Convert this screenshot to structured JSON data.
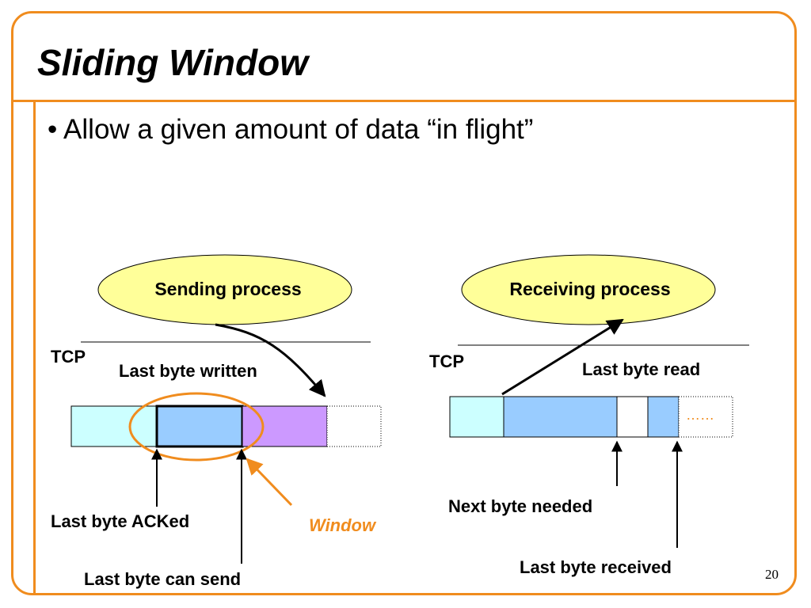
{
  "slide": {
    "title": "Sliding Window",
    "bullet": "• Allow a given amount of data “in flight”",
    "page_number": "20"
  },
  "sender": {
    "process_label": "Sending process",
    "tcp_label": "TCP",
    "last_byte_written": "Last byte written",
    "last_byte_acked": "Last byte ACKed",
    "last_byte_can_send": "Last byte can send",
    "window_label": "Window"
  },
  "receiver": {
    "process_label": "Receiving process",
    "tcp_label": "TCP",
    "last_byte_read": "Last byte read",
    "next_byte_needed": "Next byte needed",
    "last_byte_received": "Last byte received",
    "ellipsis": "……"
  },
  "colors": {
    "accent": "#F08C1E",
    "ellipse_fill": "#FFFF99",
    "acked_fill": "#CCFFFF",
    "window_fill": "#99CCFF",
    "written_fill": "#CC99FF"
  }
}
